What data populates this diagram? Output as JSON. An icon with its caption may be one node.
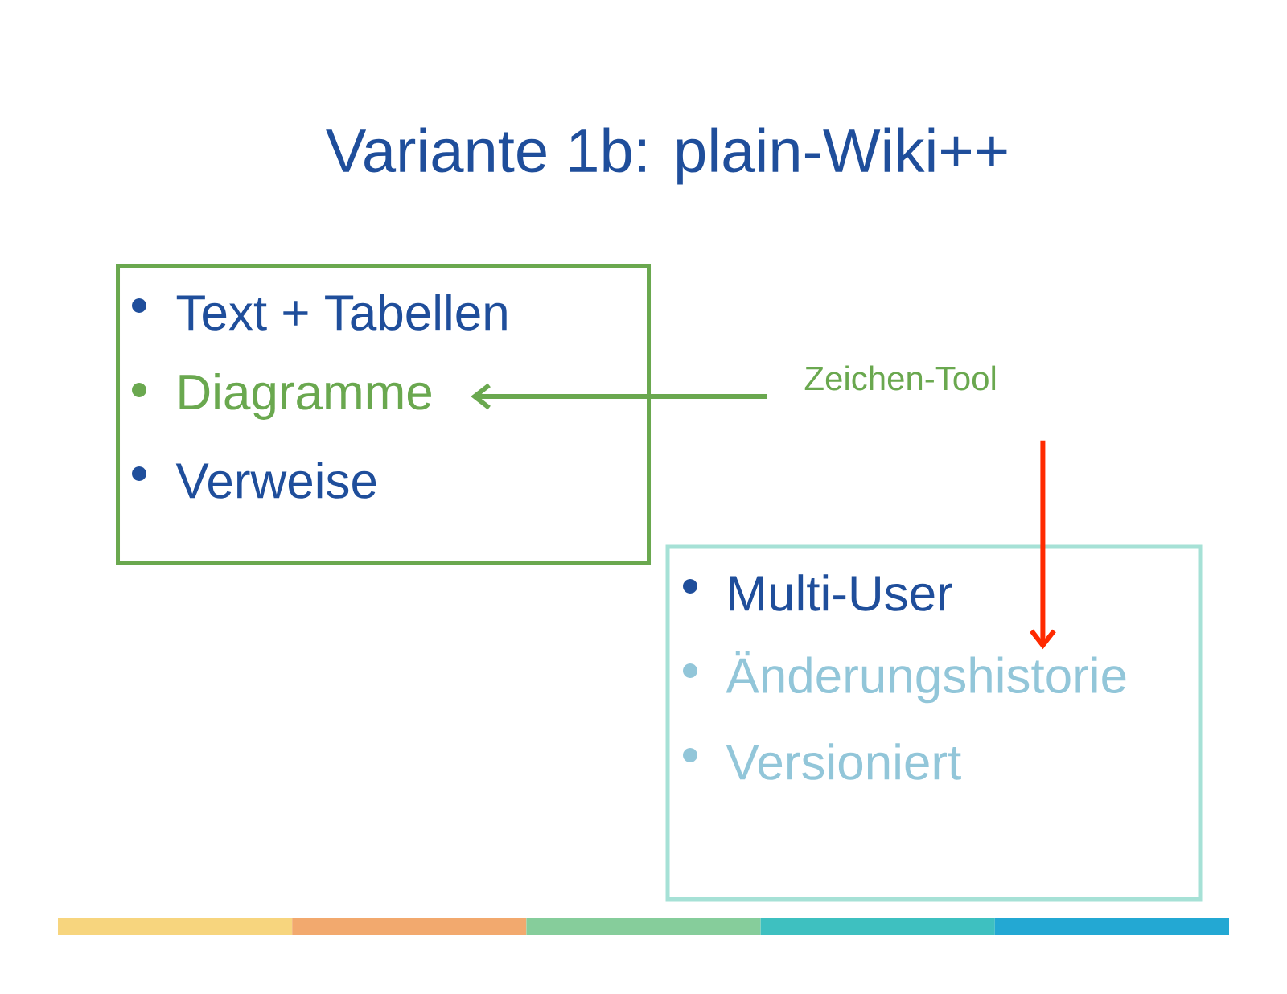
{
  "diagram": {
    "title": "Variante 1b:  plain-Wiki++",
    "nodes": [
      {
        "text": [],
        "shape": "box"
      },
      {
        "text": [
          "Text + Tabellen"
        ],
        "in": 0
      },
      {
        "text": [
          "Diagramme"
        ],
        "in": 0
      },
      {
        "text": [
          "Verweise"
        ],
        "in": 0
      },
      {
        "text": [
          "Zeichen-Tool"
        ]
      },
      {
        "text": [],
        "shape": "box"
      },
      {
        "text": [
          "Multi-User"
        ],
        "in": 5
      },
      {
        "text": [
          "Änderungshistorie"
        ],
        "in": 5
      },
      {
        "text": [
          "Versioniert"
        ],
        "in": 5
      }
    ],
    "edges": [
      {
        "from": 4,
        "to": 2,
        "arrow": "to",
        "color": "#6aa84f"
      },
      {
        "from": 4,
        "to": 7,
        "arrow": "to",
        "color": "#ff2a00"
      }
    ]
  }
}
